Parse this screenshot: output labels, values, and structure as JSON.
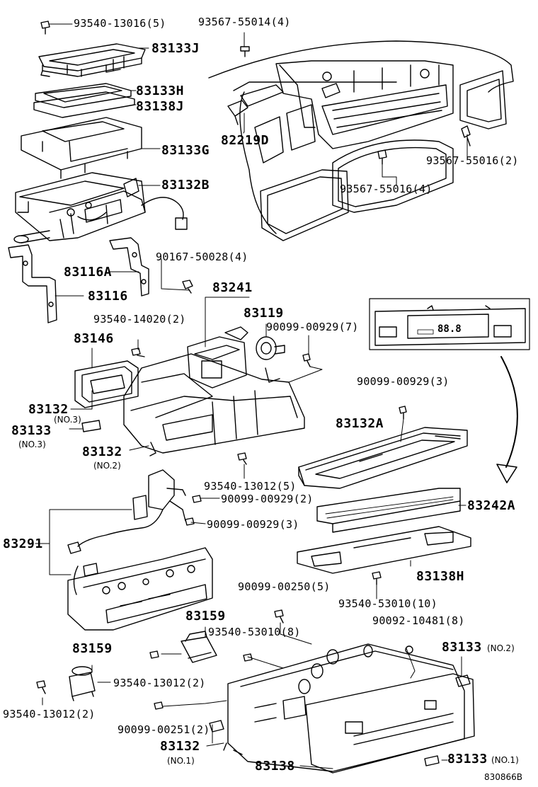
{
  "diagram_id": "830866B",
  "labels": {
    "l01": "93540-13016(5)",
    "l02": "93567-55014(4)",
    "l03": "83133J",
    "l04": "83133H",
    "l05": "83138J",
    "l06": "82219D",
    "l07": "83133G",
    "l08": "93567-55016(2)",
    "l09": "83132B",
    "l10": "93567-55016(4)",
    "l11": "90167-50028(4)",
    "l12": "83116A",
    "l13": "83116",
    "l14": "83241",
    "l15": "83119",
    "l16": "93540-14020(2)",
    "l17": "90099-00929(7)",
    "l18": "83146",
    "l19": "90099-00929(3)",
    "l20": "83132",
    "l21": "(NO.3)",
    "l22": "83133",
    "l23": "(NO.3)",
    "l24": "83132A",
    "l25": "83132",
    "l26": "(NO.2)",
    "l27": "93540-13012(5)",
    "l28": "90099-00929(2)",
    "l29": "83242A",
    "l30": "90099-00929(3)",
    "l31": "83291",
    "l32": "83138H",
    "l33": "90099-00250(5)",
    "l34": "93540-53010(10)",
    "l35": "83159",
    "l36": "90092-10481(8)",
    "l37": "93540-53010(8)",
    "l38": "83159",
    "l39": "83133",
    "l40": "(NO.2)",
    "l41": "93540-13012(2)",
    "l42": "93540-13012(2)",
    "l43": "90099-00251(2)",
    "l44": "83132",
    "l45": "(NO.1)",
    "l46": "83138",
    "l47": "83133",
    "l48": "(NO.1)"
  },
  "display_readout": "88.8"
}
